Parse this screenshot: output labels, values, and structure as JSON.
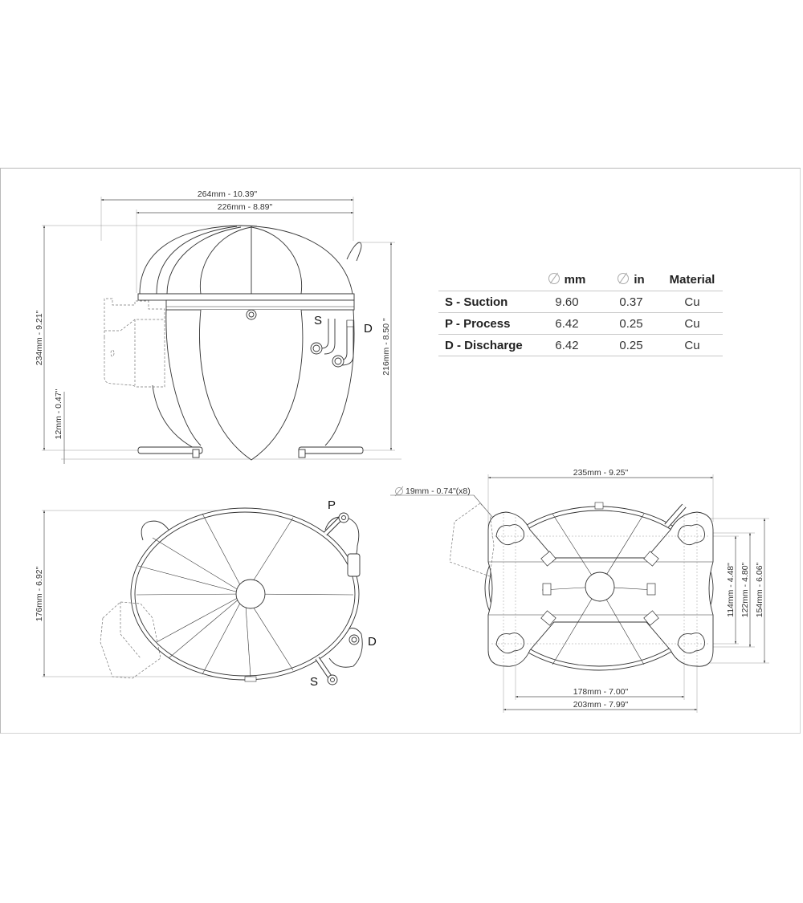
{
  "drawing": {
    "side_view": {
      "dimensions": {
        "overall_width": "264mm - 10.39\"",
        "body_width": "226mm - 8.89\"",
        "overall_height": "234mm - 9.21\"",
        "base_height": "12mm - 0.47\"",
        "connector_height": "216mm - 8.50 \""
      },
      "labels": {
        "suction": "S",
        "discharge": "D"
      }
    },
    "top_view": {
      "dimensions": {
        "depth": "176mm - 6.92\""
      },
      "labels": {
        "process": "P",
        "discharge": "D",
        "suction": "S"
      }
    },
    "base_view": {
      "dimensions": {
        "overall_length": "235mm - 9.25\"",
        "hole_diameter": "19mm - 0.74\"(x8)",
        "hole_spacing_inner": "178mm - 7.00\"",
        "hole_spacing_outer": "203mm - 7.99\"",
        "hole_width_inner": "114mm - 4.48\"",
        "hole_width_outer": "122mm - 4.80\"",
        "overall_width": "154mm - 6.06\""
      }
    }
  },
  "connections_table": {
    "headers": [
      "",
      "mm",
      "in",
      "Material"
    ],
    "rows": [
      {
        "name": "S - Suction",
        "mm": "9.60",
        "in": "0.37",
        "material": "Cu"
      },
      {
        "name": "P - Process",
        "mm": "6.42",
        "in": "0.25",
        "material": "Cu"
      },
      {
        "name": "D - Discharge",
        "mm": "6.42",
        "in": "0.25",
        "material": "Cu"
      }
    ]
  },
  "colors": {
    "line": "#333333",
    "dim_line": "#555555",
    "frame": "#b9b9b9",
    "table_rule": "#c8c8c8"
  }
}
